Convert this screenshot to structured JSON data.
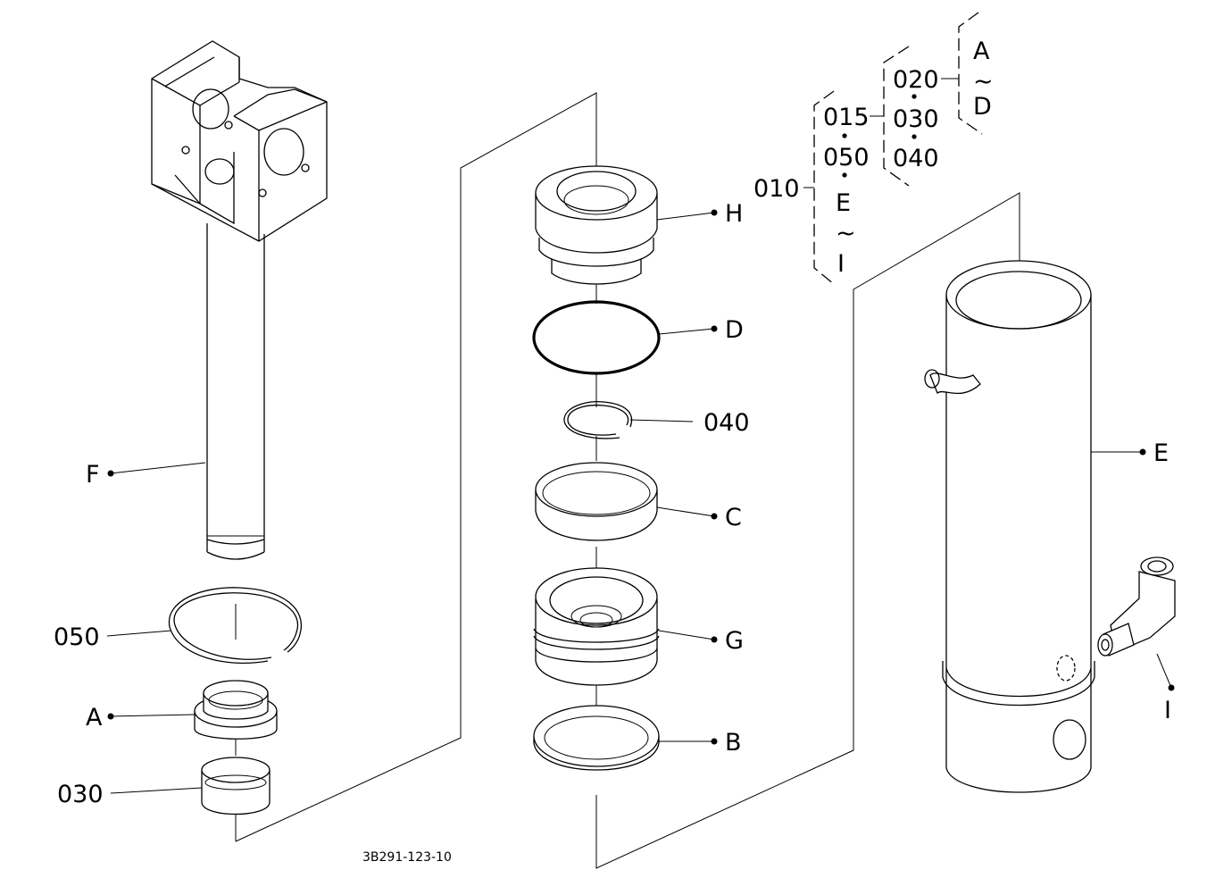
{
  "callouts": {
    "H": "H",
    "D": "D",
    "c040": "040",
    "C": "C",
    "G": "G",
    "B": "B",
    "F": "F",
    "c050": "050",
    "A": "A",
    "c030": "030",
    "E": "E",
    "I": "I"
  },
  "tree": {
    "root": "010",
    "lvl1": [
      "015",
      "050",
      "E",
      "~",
      "I"
    ],
    "lvl2": [
      "020",
      "030",
      "040"
    ],
    "lvl3": [
      "A",
      "~",
      "D"
    ]
  },
  "drawing_number": "3B291-123-10"
}
